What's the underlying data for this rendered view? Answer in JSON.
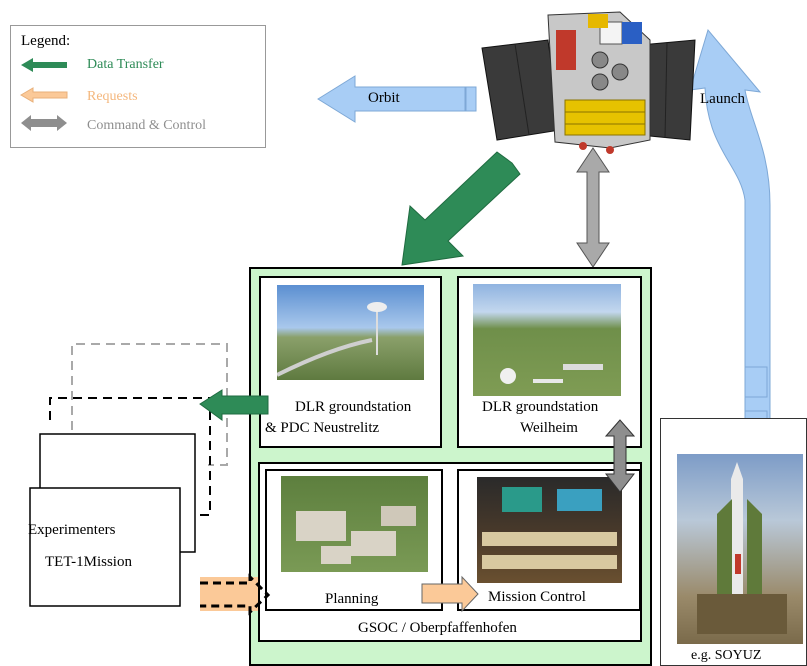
{
  "legend": {
    "title": "Legend:",
    "items": [
      {
        "label": "Data Transfer",
        "color": "#2e8b57"
      },
      {
        "label": "Requests",
        "color": "#f4c08e"
      },
      {
        "label": "Command & Control",
        "color": "#8e8e8e"
      }
    ]
  },
  "colors": {
    "data_transfer": "#2e8b57",
    "requests": "#fbc998",
    "command_control": "#a9a9a9",
    "blue_arrow": "#a8cdf5",
    "ground_segment_bg": "#ccf5cc"
  },
  "arrows": {
    "orbit": "Orbit",
    "launch": "Launch"
  },
  "stations": {
    "neustrelitz": {
      "line1": "DLR groundstation",
      "line2": "& PDC Neustrelitz"
    },
    "weilheim": {
      "line1": "DLR groundstation",
      "line2": "Weilheim"
    }
  },
  "gsoc": {
    "planning": "Planning",
    "mission_control": "Mission Control",
    "label": "GSOC / Oberpfaffenhofen"
  },
  "experimenters": {
    "line1": "Experimenters",
    "line2": "TET-1Mission"
  },
  "launcher": {
    "caption": "e.g. SOYUZ"
  }
}
